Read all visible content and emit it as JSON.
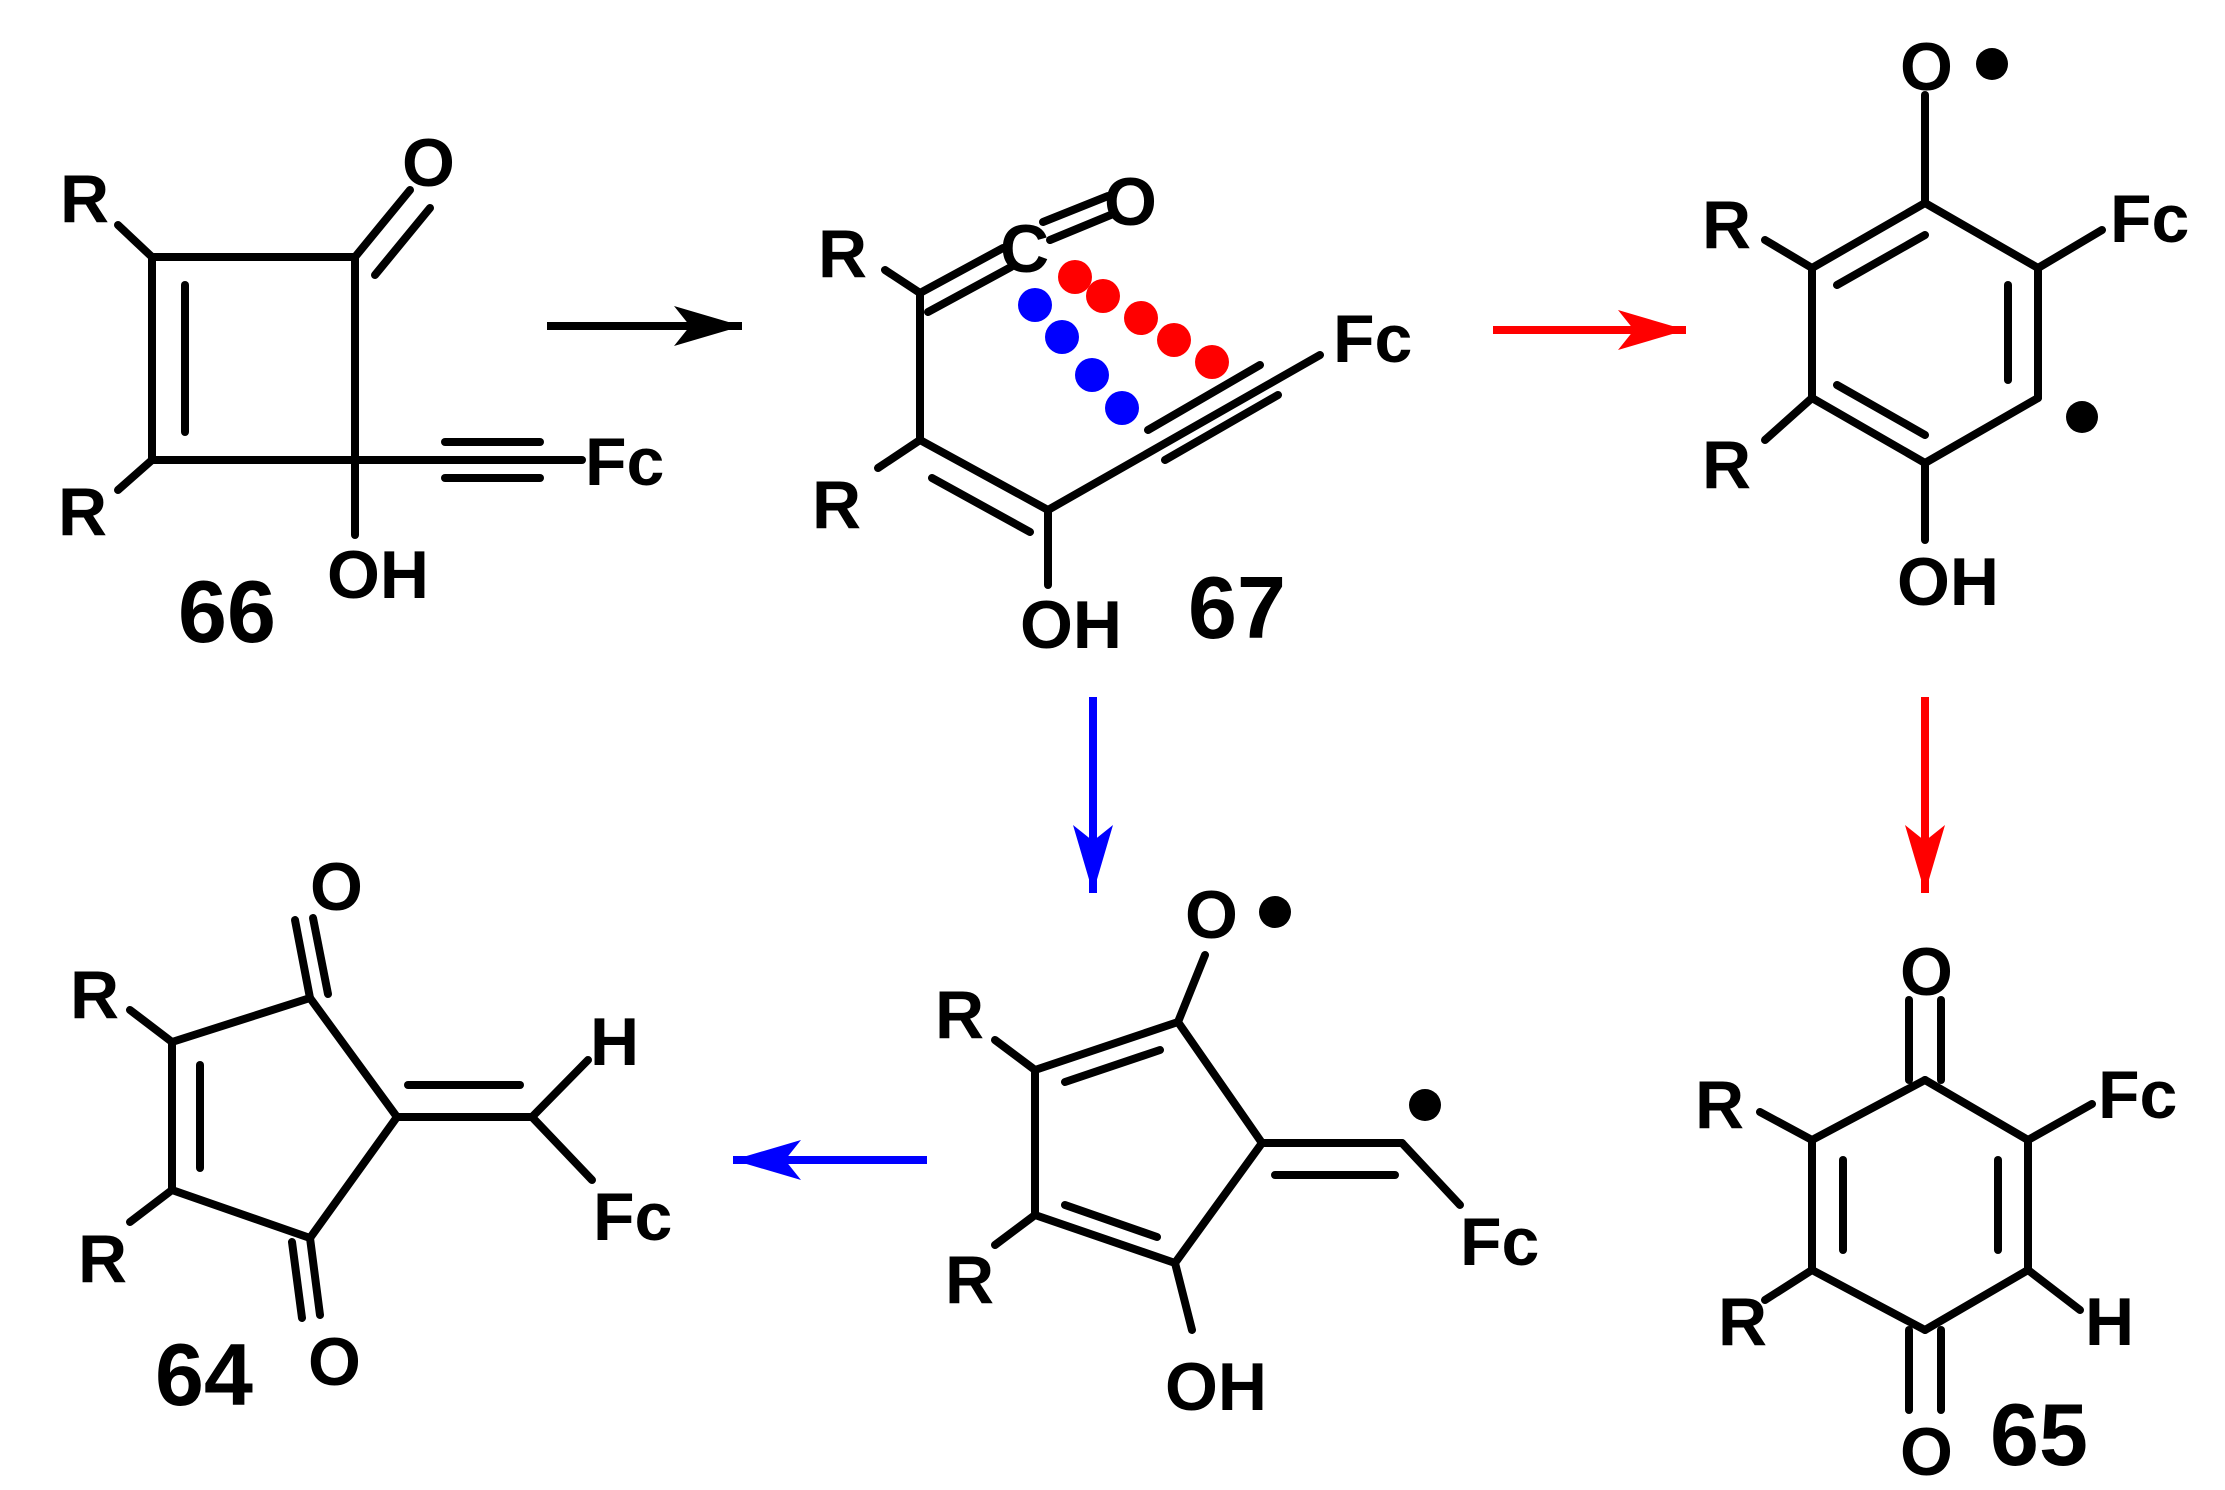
{
  "colors": {
    "ink": "#000000",
    "red_path": "#ff0000",
    "blue_path": "#0000ff",
    "radical_dot": "#000000"
  },
  "compounds": {
    "c66": {
      "number": "66",
      "labels": {
        "r_top": "R",
        "r_bottom": "R",
        "oxo": "O",
        "oh": "OH",
        "fc": "Fc"
      }
    },
    "c67": {
      "number": "67",
      "labels": {
        "r_top": "R",
        "r_bottom": "R",
        "ketene_c": "C",
        "ketene_o": "O",
        "oh": "OH",
        "fc": "Fc"
      }
    },
    "phenoxy_diradical": {
      "labels": {
        "o_radical": "O",
        "r_top": "R",
        "r_bottom": "R",
        "fc": "Fc",
        "oh": "OH"
      }
    },
    "c65": {
      "number": "65",
      "labels": {
        "o_top": "O",
        "o_bottom": "O",
        "r_top": "R",
        "r_bottom": "R",
        "fc": "Fc",
        "h": "H"
      }
    },
    "cyclopentenyl_diradical": {
      "labels": {
        "o_radical": "O",
        "r_top": "R",
        "r_bottom": "R",
        "oh": "OH",
        "fc": "Fc"
      }
    },
    "c64": {
      "number": "64",
      "labels": {
        "o_top": "O",
        "o_bottom": "O",
        "r_top": "R",
        "r_bottom": "R",
        "h": "H",
        "fc": "Fc"
      }
    }
  },
  "arrows": [
    {
      "name": "arrow-66-to-67",
      "color": "#000000"
    },
    {
      "name": "arrow-67-to-phenoxy",
      "color": "#ff0000"
    },
    {
      "name": "arrow-phenoxy-to-65",
      "color": "#ff0000"
    },
    {
      "name": "arrow-67-to-cyclopentenyl",
      "color": "#0000ff"
    },
    {
      "name": "arrow-cyclopentenyl-to-64",
      "color": "#0000ff"
    }
  ]
}
